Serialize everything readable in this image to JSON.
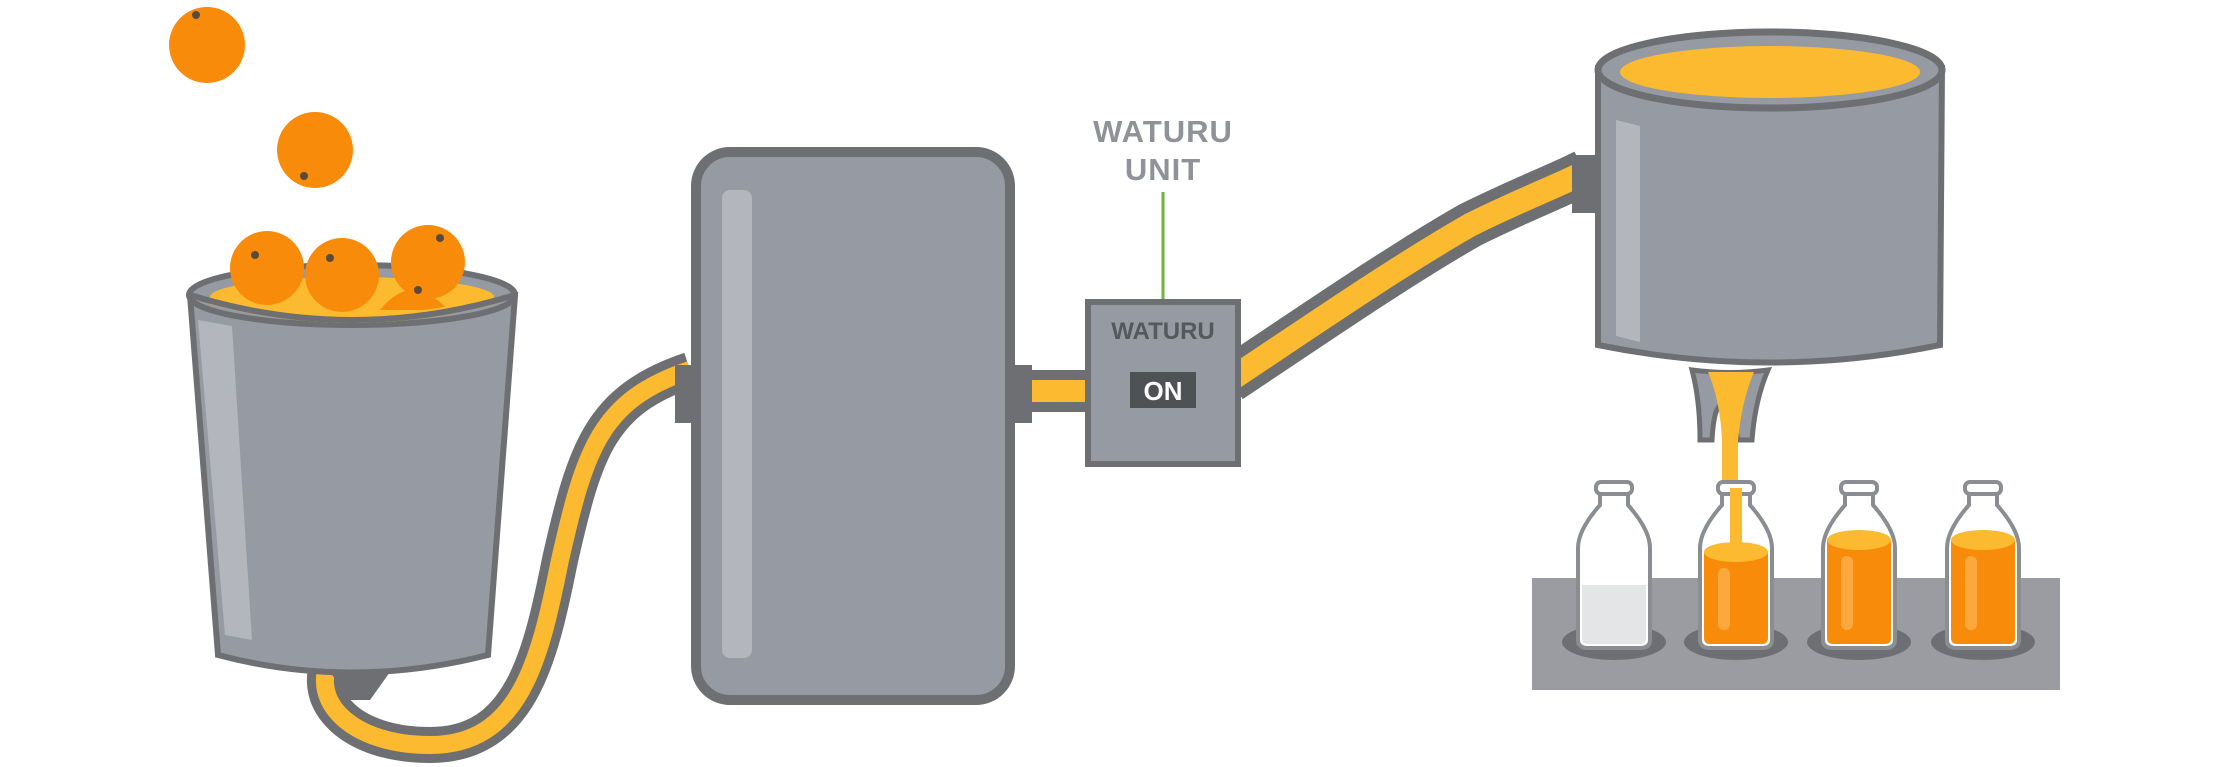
{
  "unit_label": {
    "line1": "WATURU",
    "line2": "UNIT"
  },
  "waturu_box": {
    "title": "WATURU",
    "switch_state": "ON"
  },
  "bottles": [
    {
      "state": "empty"
    },
    {
      "state": "filling"
    },
    {
      "state": "full"
    },
    {
      "state": "full"
    }
  ],
  "colors": {
    "machine_gray": "#969aa2",
    "machine_outline": "#6e6f72",
    "machine_highlight": "#b3b6bc",
    "juice": "#fbba2f",
    "orange": "#f98b0b",
    "orange_dark": "#e37800",
    "switch_bg": "#4f5255",
    "label_gray": "#8f9296",
    "wire_green": "#6fb23c",
    "conveyor": "#9a9ca2",
    "bottle_outline": "#8a8d92",
    "bottle_empty": "#e4e5e7"
  }
}
